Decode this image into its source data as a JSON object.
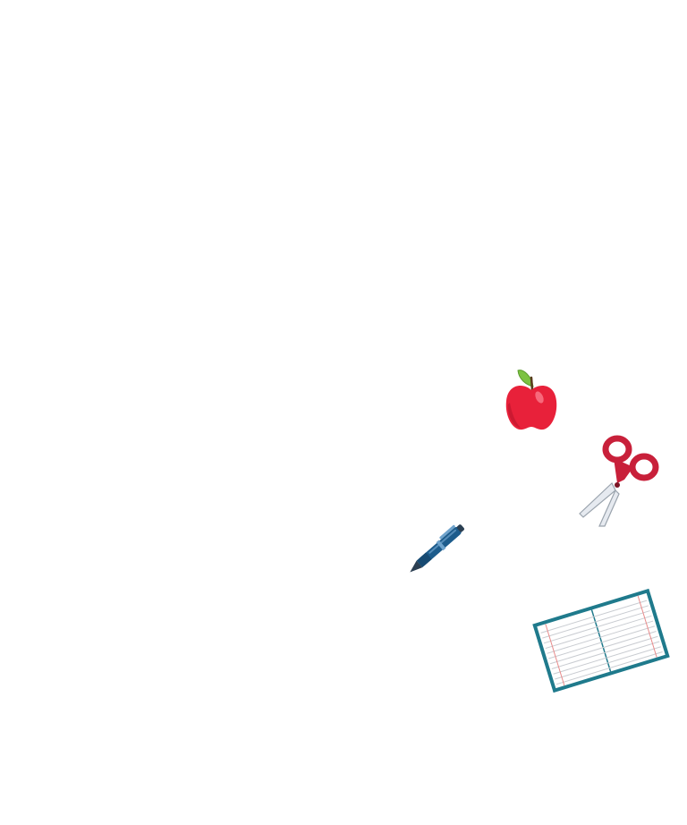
{
  "scene": {
    "background_color": "#ffffff",
    "items": [
      {
        "name": "apple",
        "icon": "apple-icon",
        "colors": {
          "body": "#e8213a",
          "highlight": "#f7697b",
          "leaf": "#7cc242",
          "stem": "#5a3b1e"
        }
      },
      {
        "name": "scissors",
        "icon": "scissors-icon",
        "colors": {
          "handles": "#c8203a",
          "blades": "#e6eaf0",
          "blade_edge": "#9aa3ad"
        }
      },
      {
        "name": "pen",
        "icon": "pen-icon",
        "colors": {
          "barrel": "#1d5c8c",
          "accent": "#6fa3cc",
          "tip": "#2b3f52"
        }
      },
      {
        "name": "notebook",
        "icon": "notebook-icon",
        "colors": {
          "cover": "#1f7a8c",
          "paper": "#ffffff",
          "ruled_lines": "#c9ccd1",
          "margin_line": "#e88a8a"
        }
      }
    ]
  }
}
